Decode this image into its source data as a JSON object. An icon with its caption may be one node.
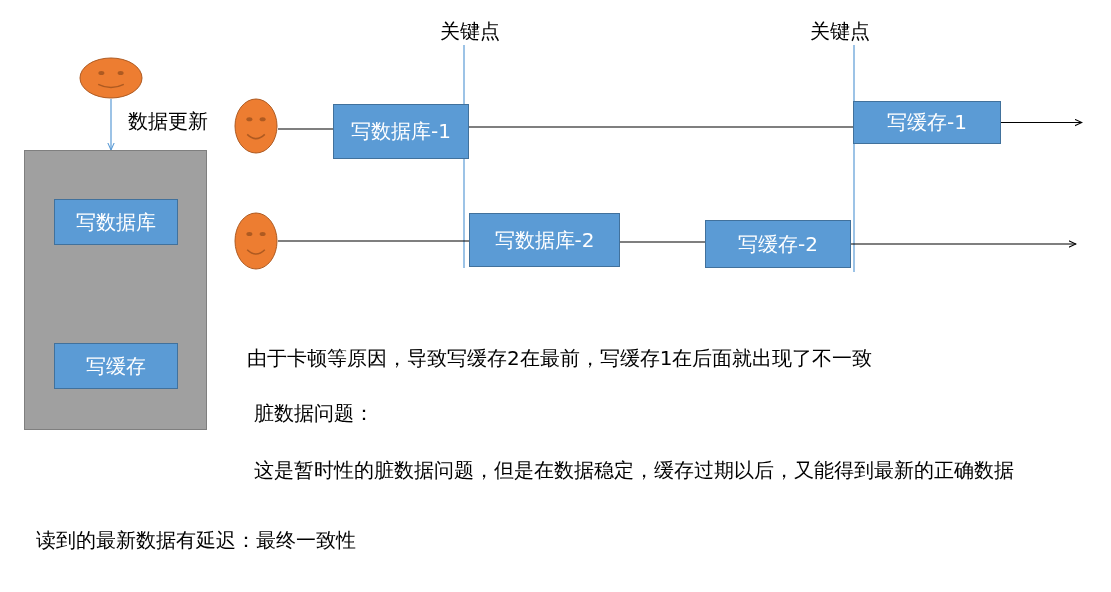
{
  "diagram": {
    "nodes": [
      {
        "text": [],
        "shape": "circle",
        "beside": [
          "数据更新"
        ]
      },
      {
        "text": [],
        "shape": "box"
      },
      {
        "text": [
          "写数据库"
        ],
        "in": 1
      },
      {
        "text": [
          "写缓存"
        ],
        "in": 1
      },
      {
        "text": [],
        "shape": "circle"
      },
      {
        "text": [
          "写数据库-1"
        ]
      },
      {
        "text": [
          "写缓存-1"
        ]
      },
      {
        "text": [],
        "shape": "circle"
      },
      {
        "text": [
          "写数据库-2"
        ]
      },
      {
        "text": [
          "写缓存-2"
        ]
      }
    ],
    "edges": [
      {
        "from": 0,
        "to": 1,
        "arrow": "to",
        "color": "#5b9bd5"
      },
      {
        "from": 4,
        "to": 5,
        "arrow": "none"
      },
      {
        "from": 5,
        "to": 6,
        "arrow": "none"
      },
      {
        "from": 6,
        "to": null,
        "arrow": "to"
      },
      {
        "from": 7,
        "to": 8,
        "arrow": "none"
      },
      {
        "from": 8,
        "to": 9,
        "arrow": "none"
      },
      {
        "from": 9,
        "to": null,
        "arrow": "to"
      }
    ],
    "labels": [
      "关键点",
      "关键点",
      "由于卡顿等原因，导致写缓存2在最前，写缓存1在后面就出现了不一致",
      "脏数据问题：",
      "这是暂时性的脏数据问题，但是在数据稳定，缓存过期以后，又能得到最新的正确数据",
      "读到的最新数据有延迟：最终一致性"
    ]
  }
}
